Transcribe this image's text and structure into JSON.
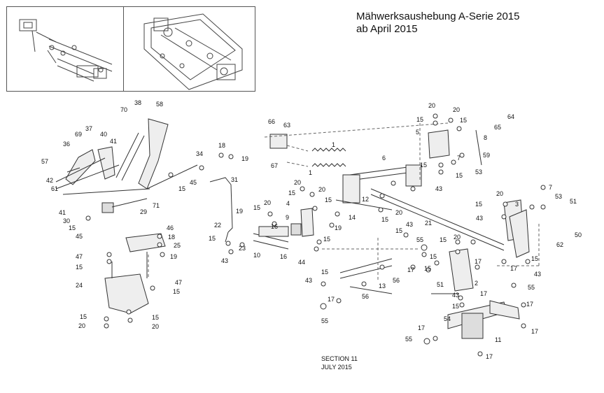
{
  "title": {
    "line1": "Mähwerksaushebung A-Serie 2015",
    "line2": "ab April 2015"
  },
  "footer": {
    "section": "SECTION 11",
    "date": "JULY 2015"
  },
  "callouts": [
    "20",
    "20",
    "64",
    "15",
    "15",
    "65",
    "5",
    "8",
    "7",
    "59",
    "53",
    "15",
    "15",
    "43",
    "66",
    "63",
    "67",
    "1",
    "1",
    "6",
    "38",
    "58",
    "70",
    "37",
    "69",
    "40",
    "41",
    "36",
    "57",
    "34",
    "18",
    "19",
    "45",
    "15",
    "31",
    "42",
    "61",
    "41",
    "30",
    "29",
    "71",
    "15",
    "45",
    "20",
    "15",
    "12",
    "20",
    "4",
    "15",
    "14",
    "19",
    "20",
    "15",
    "21",
    "20",
    "15",
    "16",
    "9",
    "16",
    "22",
    "19",
    "15",
    "23",
    "43",
    "10",
    "44",
    "15",
    "15",
    "43",
    "55",
    "17",
    "56",
    "13",
    "43",
    "15",
    "56",
    "17",
    "55",
    "20",
    "15",
    "3",
    "20",
    "15",
    "7",
    "53",
    "51",
    "43",
    "62",
    "50",
    "17",
    "43",
    "15",
    "15",
    "51",
    "17",
    "2",
    "15",
    "43",
    "15",
    "17",
    "54",
    "55",
    "17",
    "17",
    "11",
    "17",
    "55",
    "17",
    "46",
    "18",
    "25",
    "19",
    "47",
    "15",
    "24",
    "47",
    "15",
    "15",
    "20",
    "15",
    "20"
  ]
}
